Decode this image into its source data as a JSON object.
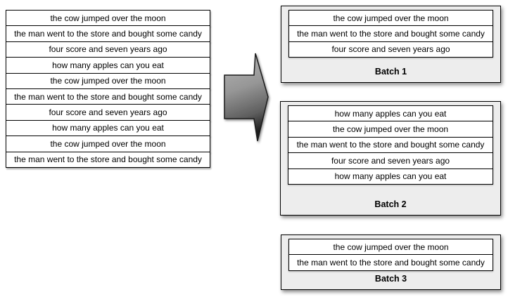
{
  "colors": {
    "page_bg": "#ffffff",
    "row_bg": "#ffffff",
    "batch_bg": "#ededed",
    "border": "#000000",
    "arrow_gradient_light": "#b7b7b7",
    "arrow_gradient_mid": "#8e8e8e",
    "arrow_gradient_dark": "#1b1b1b"
  },
  "icons": {
    "arrow": "right-block-arrow-icon"
  },
  "left_list": {
    "rows": [
      "the cow jumped over the moon",
      "the man went to the store and bought some candy",
      "four score and seven years ago",
      "how many apples can you eat",
      "the cow jumped over the moon",
      "the man went to the store and bought some candy",
      "four score and seven years ago",
      "how many apples can you eat",
      "the cow jumped over the moon",
      "the man went to the store and bought some candy"
    ]
  },
  "batches": [
    {
      "label": "Batch 1",
      "rows": [
        "the cow jumped over the moon",
        "the man went to the store and bought some candy",
        "four score and seven years ago"
      ]
    },
    {
      "label": "Batch 2",
      "rows": [
        "how many apples can you eat",
        "the cow jumped over the moon",
        "the man went to the store and bought some candy",
        "four score and seven years ago",
        "how many apples can you eat"
      ]
    },
    {
      "label": "Batch 3",
      "rows": [
        "the cow jumped over the moon",
        "the man went to the store and bought some candy"
      ]
    }
  ]
}
